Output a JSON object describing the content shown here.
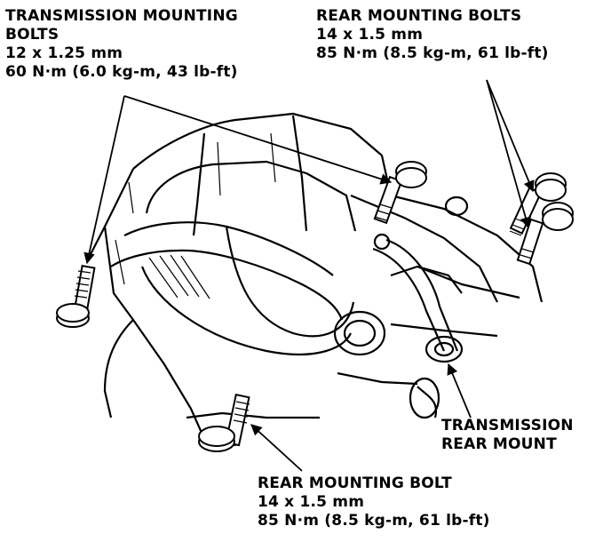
{
  "labels": {
    "transmission_mounting_bolts": {
      "line1": "TRANSMISSION MOUNTING",
      "line2": "BOLTS",
      "line3": "12 x 1.25 mm",
      "line4": "60 N·m (6.0 kg-m, 43 lb-ft)"
    },
    "rear_mounting_bolts": {
      "line1": "REAR MOUNTING BOLTS",
      "line2": "14 x 1.5 mm",
      "line3": "85 N·m (8.5 kg-m, 61 lb-ft)"
    },
    "transmission_rear_mount": {
      "line1": "TRANSMISSION",
      "line2": "REAR MOUNT"
    },
    "rear_mounting_bolt": {
      "line1": "REAR MOUNTING BOLT",
      "line2": "14 x 1.5 mm",
      "line3": "85 N·m (8.5 kg-m, 61 lb-ft)"
    }
  }
}
